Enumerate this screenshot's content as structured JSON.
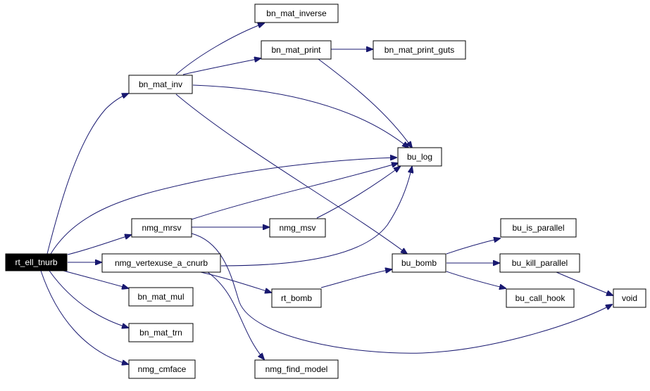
{
  "graph": {
    "root": "rt_ell_tnurb",
    "colors": {
      "edge": "#191970",
      "node_border": "#000000",
      "root_fill": "#000000",
      "root_text": "#ffffff"
    },
    "nodes": {
      "rt_ell_tnurb": "rt_ell_tnurb",
      "bn_mat_inv": "bn_mat_inv",
      "bn_mat_inverse": "bn_mat_inverse",
      "bn_mat_print": "bn_mat_print",
      "bn_mat_print_guts": "bn_mat_print_guts",
      "bu_log": "bu_log",
      "nmg_mrsv": "nmg_mrsv",
      "nmg_msv": "nmg_msv",
      "nmg_vertexuse_a_cnurb": "nmg_vertexuse_a_cnurb",
      "bu_bomb": "bu_bomb",
      "bu_is_parallel": "bu_is_parallel",
      "bu_kill_parallel": "bu_kill_parallel",
      "bu_call_hook": "bu_call_hook",
      "void": "void",
      "rt_bomb": "rt_bomb",
      "bn_mat_mul": "bn_mat_mul",
      "bn_mat_trn": "bn_mat_trn",
      "nmg_cmface": "nmg_cmface",
      "nmg_find_model": "nmg_find_model"
    },
    "edges": [
      [
        "rt_ell_tnurb",
        "bn_mat_inv"
      ],
      [
        "rt_ell_tnurb",
        "bu_log"
      ],
      [
        "rt_ell_tnurb",
        "nmg_mrsv"
      ],
      [
        "rt_ell_tnurb",
        "nmg_vertexuse_a_cnurb"
      ],
      [
        "rt_ell_tnurb",
        "bn_mat_mul"
      ],
      [
        "rt_ell_tnurb",
        "bn_mat_trn"
      ],
      [
        "rt_ell_tnurb",
        "nmg_cmface"
      ],
      [
        "bn_mat_inv",
        "bn_mat_inverse"
      ],
      [
        "bn_mat_inv",
        "bn_mat_print"
      ],
      [
        "bn_mat_inv",
        "bu_log"
      ],
      [
        "bn_mat_inv",
        "bu_bomb"
      ],
      [
        "bn_mat_print",
        "bn_mat_print_guts"
      ],
      [
        "bn_mat_print",
        "bu_log"
      ],
      [
        "nmg_mrsv",
        "bu_log"
      ],
      [
        "nmg_mrsv",
        "nmg_msv"
      ],
      [
        "nmg_mrsv",
        "void"
      ],
      [
        "nmg_msv",
        "bu_log"
      ],
      [
        "nmg_vertexuse_a_cnurb",
        "bu_log"
      ],
      [
        "nmg_vertexuse_a_cnurb",
        "rt_bomb"
      ],
      [
        "nmg_vertexuse_a_cnurb",
        "nmg_find_model"
      ],
      [
        "rt_bomb",
        "bu_bomb"
      ],
      [
        "bu_bomb",
        "bu_is_parallel"
      ],
      [
        "bu_bomb",
        "bu_kill_parallel"
      ],
      [
        "bu_bomb",
        "bu_call_hook"
      ],
      [
        "bu_kill_parallel",
        "void"
      ]
    ]
  }
}
